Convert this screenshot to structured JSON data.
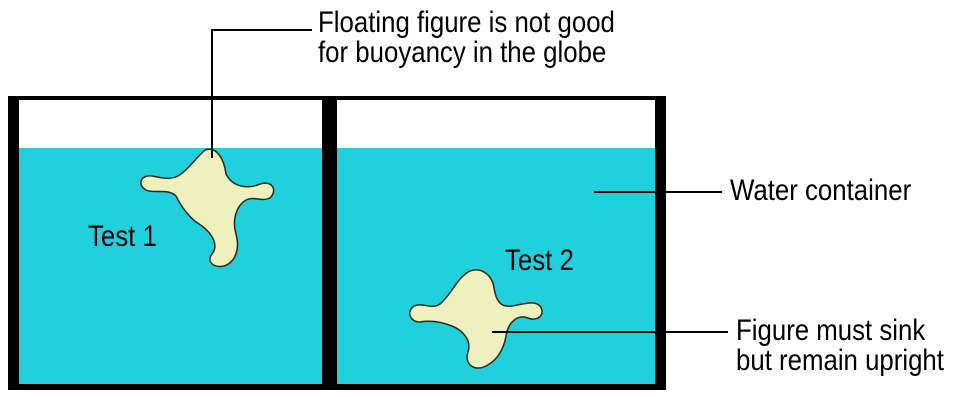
{
  "colors": {
    "water": "#20d0dc",
    "figure": "#eef0be",
    "figure_outline": "#2a2a1a",
    "container": "#000000",
    "line": "#000000"
  },
  "callouts": {
    "floating_line1": "Floating figure is not good",
    "floating_line2": "for buoyancy in the globe",
    "water_container": "Water container",
    "sink_line1": "Figure must sink",
    "sink_line2": "but remain upright"
  },
  "tests": {
    "test1": "Test 1",
    "test2": "Test 2"
  }
}
